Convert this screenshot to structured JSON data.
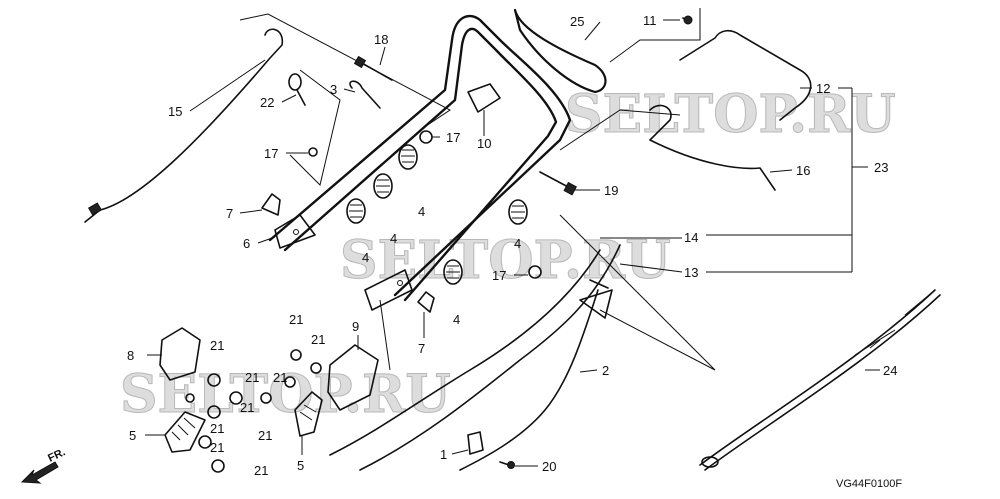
{
  "diagram": {
    "watermark": "SELTOP.RU",
    "drawing_code": "VG44F0100F",
    "direction_label": "FR.",
    "callouts": {
      "c1": "1",
      "c2": "2",
      "c3": "3",
      "c4a": "4",
      "c4b": "4",
      "c4c": "4",
      "c4d": "4",
      "c4e": "4",
      "c5a": "5",
      "c5b": "5",
      "c6": "6",
      "c7a": "7",
      "c7b": "7",
      "c8": "8",
      "c9": "9",
      "c10": "10",
      "c11": "11",
      "c12": "12",
      "c13": "13",
      "c14": "14",
      "c15": "15",
      "c16": "16",
      "c17a": "17",
      "c17b": "17",
      "c17c": "17",
      "c18": "18",
      "c19": "19",
      "c20": "20",
      "c21a": "21",
      "c21b": "21",
      "c21c": "21",
      "c21d": "21",
      "c21e": "21",
      "c21f": "21",
      "c21g": "21",
      "c21h": "21",
      "c21i": "21",
      "c21j": "21",
      "c22": "22",
      "c23": "23",
      "c24": "24",
      "c25": "25"
    }
  }
}
